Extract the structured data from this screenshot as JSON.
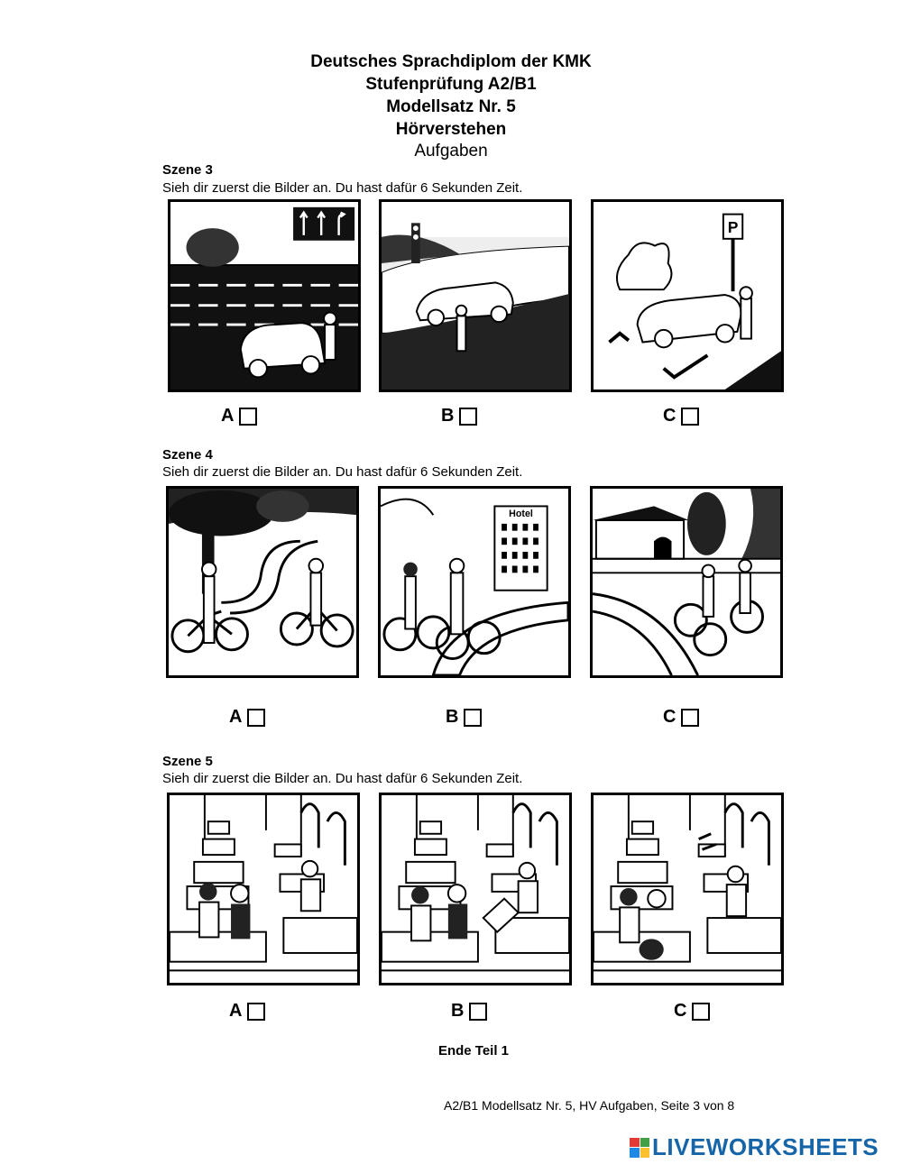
{
  "header": {
    "line1": "Deutsches Sprachdiplom der KMK",
    "line2": "Stufenprüfung A2/B1",
    "line3": "Modellsatz Nr. 5",
    "line4": "Hörverstehen",
    "line5": "Aufgaben"
  },
  "scenes": [
    {
      "title": "Szene 3",
      "instruction": "Sieh dir zuerst die Bilder an. Du hast dafür 6 Sekunden Zeit.",
      "options": [
        "A",
        "B",
        "C"
      ]
    },
    {
      "title": "Szene 4",
      "instruction": "Sieh dir zuerst die Bilder an. Du hast dafür 6 Sekunden Zeit.",
      "options": [
        "A",
        "B",
        "C"
      ]
    },
    {
      "title": "Szene 5",
      "instruction": "Sieh dir zuerst die Bilder an. Du hast dafür 6 Sekunden Zeit.",
      "options": [
        "A",
        "B",
        "C"
      ]
    }
  ],
  "panel_signs": {
    "hotel": "Hotel",
    "parking": "P"
  },
  "end_text": "Ende Teil 1",
  "footer": "A2/B1 Modellsatz Nr. 5, HV Aufgaben, Seite 3 von 8",
  "brand": {
    "name": "LIVEWORKSHEETS",
    "color": "#1565a8",
    "logo_colors": [
      "#e53935",
      "#43a047",
      "#1e88e5",
      "#fbc02d"
    ]
  }
}
